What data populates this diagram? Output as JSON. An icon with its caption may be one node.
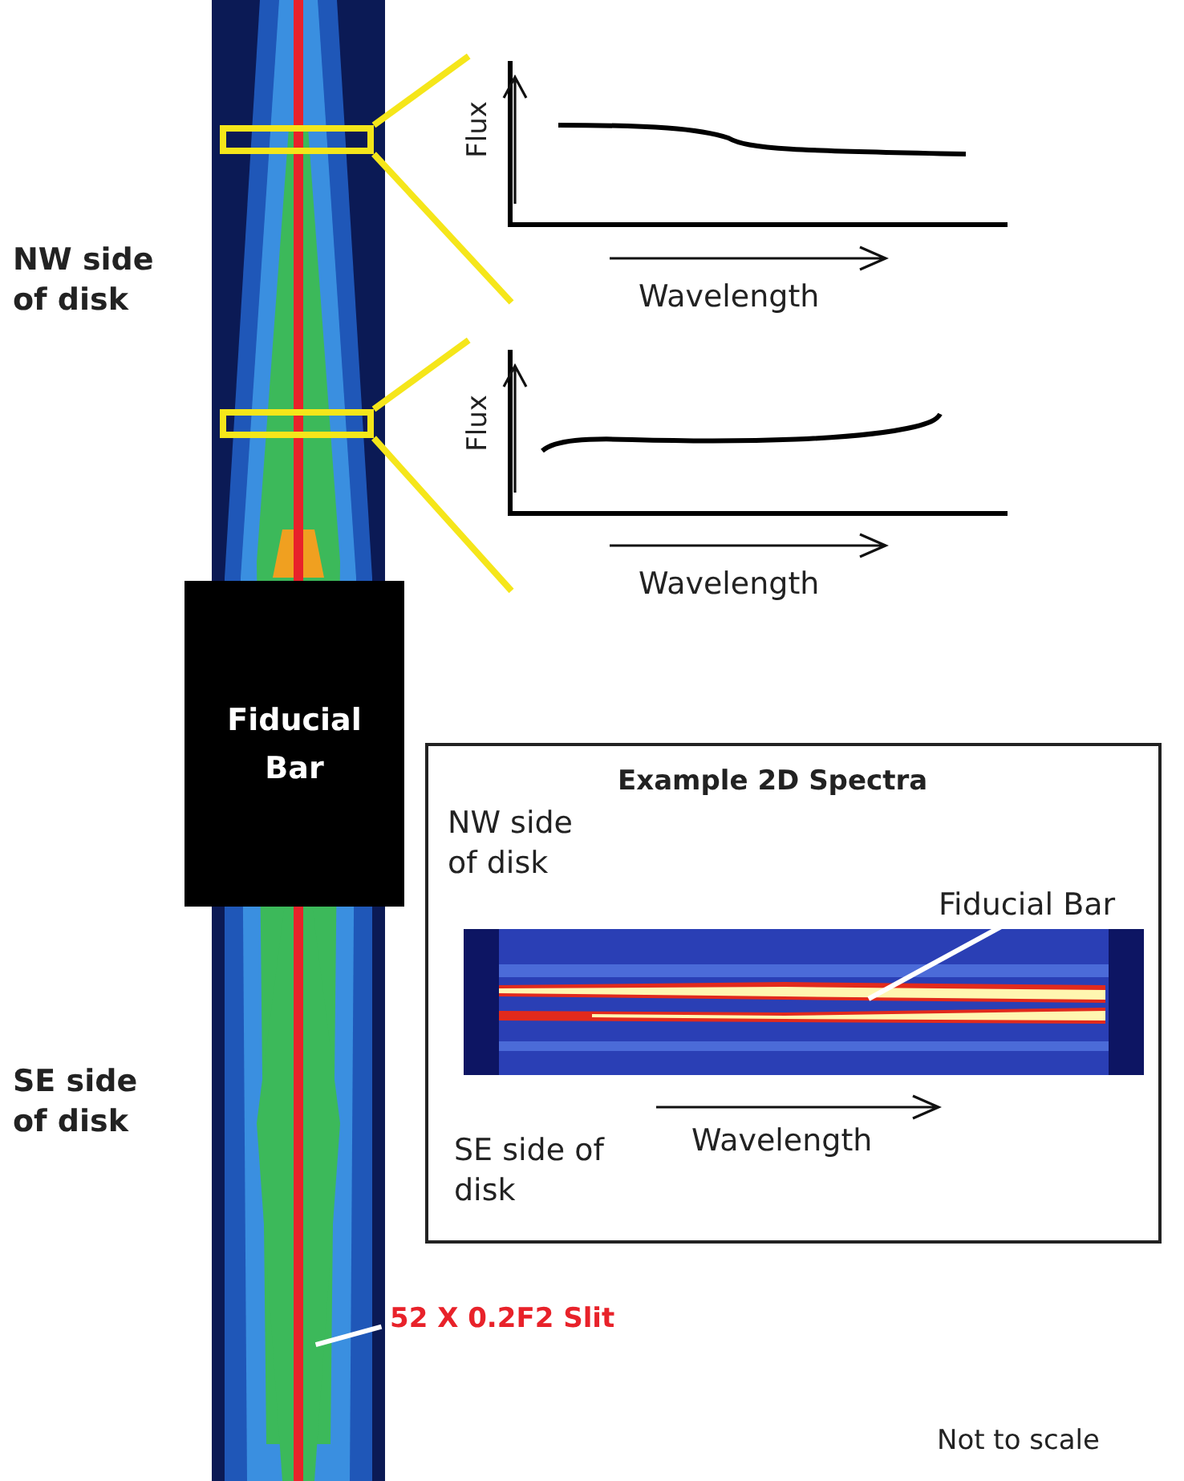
{
  "diagram": {
    "nodes": [
      {
        "text": [],
        "shape": "picture"
      },
      {
        "text": [],
        "shape": "box",
        "in": 0
      },
      {
        "text": [
          "Flux",
          "Wavelength"
        ]
      },
      {
        "text": [],
        "shape": "box",
        "in": 0
      },
      {
        "text": [
          "Flux",
          "Wavelength"
        ]
      },
      {
        "text": [
          "Fiducial Bar"
        ]
      },
      {
        "text": [
          "Example 2D Spectra",
          "NW side of disk",
          "Wavelength",
          "SE side of disk"
        ]
      },
      {
        "text": [],
        "shape": "picture",
        "in": 6
      },
      {
        "text": [
          "Fiducial Bar"
        ],
        "in": 6
      },
      {
        "text": [
          "52 X 0.2F2 Slit"
        ]
      }
    ],
    "edges": [
      {
        "from": 1,
        "to": 2,
        "arrow": "none"
      },
      {
        "from": 1,
        "to": 2,
        "arrow": "none"
      },
      {
        "from": 3,
        "to": 4,
        "arrow": "none"
      },
      {
        "from": 3,
        "to": 4,
        "arrow": "none"
      },
      {
        "from": 8,
        "to": 7,
        "arrow": "none",
        "color": "#ffffff"
      },
      {
        "from": 9,
        "to": 0,
        "arrow": "none",
        "color": "#ffffff"
      }
    ],
    "labels": [
      "NW side of disk",
      "SE side of disk",
      "Not to scale"
    ]
  }
}
